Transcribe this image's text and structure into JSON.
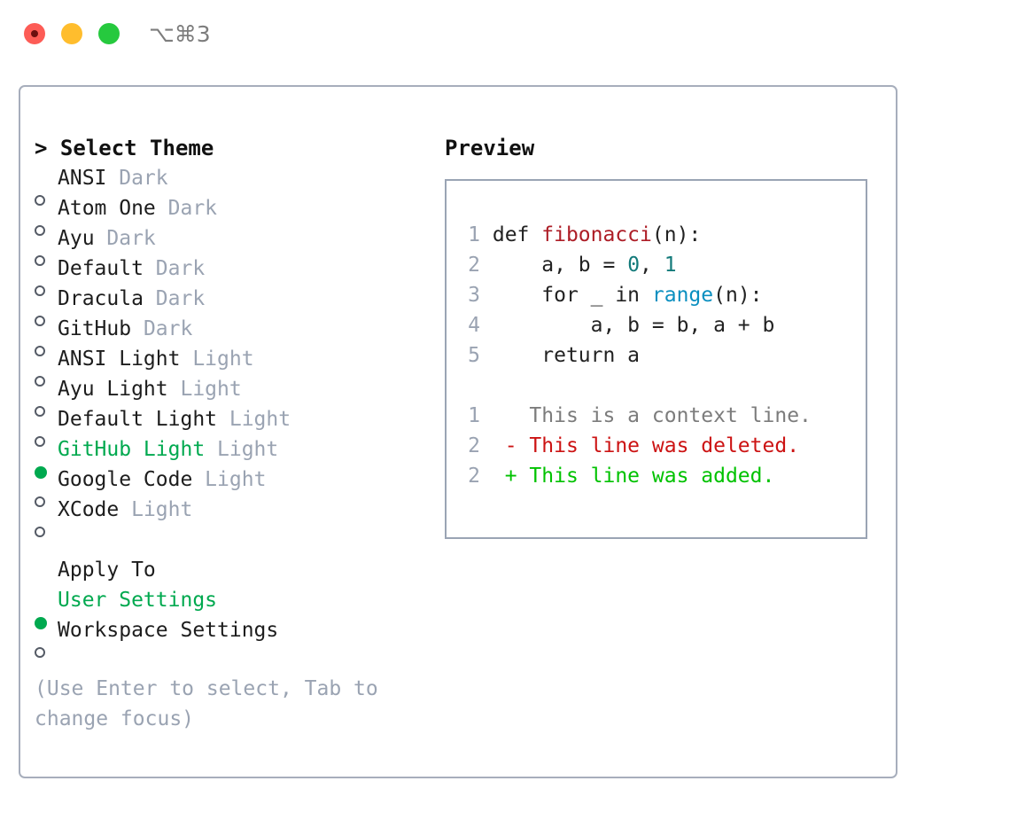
{
  "titlebar": {
    "shortcut": "⌥⌘3",
    "lights": [
      {
        "name": "close",
        "color": "#fd5c56"
      },
      {
        "name": "minimize",
        "color": "#ffbd2d"
      },
      {
        "name": "maximize",
        "color": "#26c93e"
      }
    ]
  },
  "theme_panel": {
    "heading": "> Select Theme",
    "items": [
      {
        "name": "ANSI",
        "suffix": " Dark",
        "selected": false
      },
      {
        "name": "Atom One",
        "suffix": " Dark",
        "selected": false
      },
      {
        "name": "Ayu",
        "suffix": " Dark",
        "selected": false
      },
      {
        "name": "Default",
        "suffix": " Dark",
        "selected": false
      },
      {
        "name": "Dracula",
        "suffix": " Dark",
        "selected": false
      },
      {
        "name": "GitHub",
        "suffix": " Dark",
        "selected": false
      },
      {
        "name": "ANSI Light",
        "suffix": " Light",
        "selected": false
      },
      {
        "name": "Ayu Light",
        "suffix": " Light",
        "selected": false
      },
      {
        "name": "Default Light",
        "suffix": " Light",
        "selected": false
      },
      {
        "name": "GitHub Light",
        "suffix": " Light",
        "selected": true
      },
      {
        "name": "Google Code",
        "suffix": " Light",
        "selected": false
      },
      {
        "name": "XCode",
        "suffix": " Light",
        "selected": false
      }
    ],
    "apply_to": {
      "heading": "Apply To",
      "options": [
        {
          "name": "User Settings",
          "selected": true
        },
        {
          "name": "Workspace Settings",
          "selected": false
        }
      ]
    },
    "hint": "(Use Enter to select, Tab to change focus)"
  },
  "preview": {
    "heading": "Preview",
    "code_lines": [
      {
        "num": "1",
        "tokens": [
          {
            "t": "def ",
            "c": "code-txt"
          },
          {
            "t": "fibonacci",
            "c": "t-func"
          },
          {
            "t": "(n):",
            "c": "code-txt"
          }
        ]
      },
      {
        "num": "2",
        "tokens": [
          {
            "t": "    a, b = ",
            "c": "code-txt"
          },
          {
            "t": "0",
            "c": "t-num"
          },
          {
            "t": ", ",
            "c": "code-txt"
          },
          {
            "t": "1",
            "c": "t-num"
          }
        ]
      },
      {
        "num": "3",
        "tokens": [
          {
            "t": "    for _ in ",
            "c": "code-txt"
          },
          {
            "t": "range",
            "c": "t-call"
          },
          {
            "t": "(n):",
            "c": "code-txt"
          }
        ]
      },
      {
        "num": "4",
        "tokens": [
          {
            "t": "        a, b = b, a + b",
            "c": "code-txt"
          }
        ]
      },
      {
        "num": "5",
        "tokens": [
          {
            "t": "    return a",
            "c": "code-txt"
          }
        ]
      }
    ],
    "diff_lines": [
      {
        "num": "1",
        "marker": "  ",
        "text": "This is a context line.",
        "cls": "t-ctx"
      },
      {
        "num": "2",
        "marker": "- ",
        "text": "This line was deleted.",
        "cls": "t-del"
      },
      {
        "num": "2",
        "marker": "+ ",
        "text": "This line was added.",
        "cls": "t-add"
      }
    ]
  },
  "colors": {
    "accent_green": "#00a94f",
    "muted_gray": "#9aa3b2",
    "border": "#a7aebc",
    "preview_border": "#9aa4b4",
    "diff_add": "#00c200",
    "diff_del": "#cc1313",
    "func_red": "#ad1d26",
    "num_teal": "#137a7a",
    "call_blue": "#0a8fc0"
  }
}
